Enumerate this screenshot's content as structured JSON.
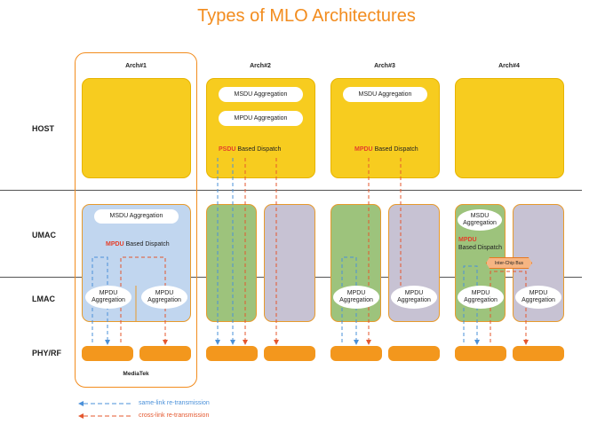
{
  "title": "Types of MLO Architectures",
  "rows": {
    "host": "HOST",
    "umac": "UMAC",
    "lmac": "LMAC",
    "phy": "PHY/RF"
  },
  "archs": [
    "Arch#1",
    "Arch#2",
    "Arch#3",
    "Arch#4"
  ],
  "arch1": {
    "msdu": "MSDU Aggregation",
    "dispatch_hl": "MPDU",
    "dispatch_rest": " Based Dispatch",
    "mpdu_a": "MPDU Aggregation",
    "mpdu_b": "MPDU Aggregation",
    "vendor": "MediaTek"
  },
  "arch2": {
    "msdu": "MSDU Aggregation",
    "mpdu": "MPDU Aggregation",
    "dispatch_hl": "PSDU",
    "dispatch_rest": " Based Dispatch"
  },
  "arch3": {
    "msdu": "MSDU Aggregation",
    "dispatch_hl": "MPDU",
    "dispatch_rest": " Based Dispatch",
    "mpdu_a": "MPDU Aggregation",
    "mpdu_b": "MPDU Aggregation"
  },
  "arch4": {
    "msdu": "MSDU Aggregation",
    "dispatch_hl": "MPDU",
    "dispatch_rest": "Based Dispatch",
    "bus": "Inter-Chip Bus",
    "mpdu_a": "MPDU Aggregation",
    "mpdu_b": "MPDU Aggregation"
  },
  "legend": {
    "same": "same-link re-transmission",
    "cross": "cross-link re-transmission"
  },
  "colors": {
    "accent": "#f28c1e",
    "same_link": "#4a90d9",
    "cross_link": "#e4572e",
    "highlight": "#e4402b"
  }
}
